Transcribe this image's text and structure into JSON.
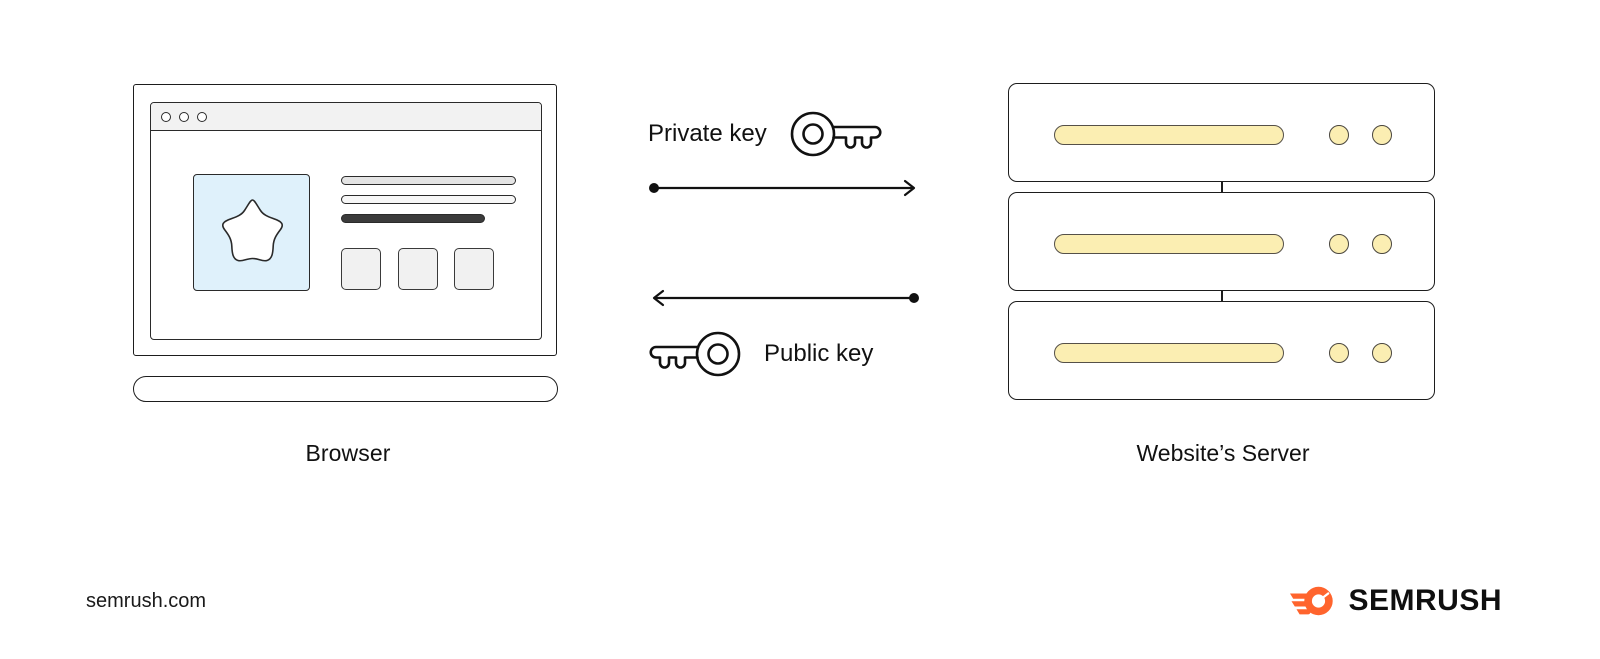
{
  "meta": {
    "background_color": "#ffffff",
    "ink_color": "#1d1d1d",
    "accent_blue": "#dff1fb",
    "accent_yellow": "#fbeeb2",
    "brand_orange": "#ff642d"
  },
  "left": {
    "caption": "Browser",
    "device_name": "laptop",
    "browser": {
      "titlebar_dots": 3,
      "hero_icon": "star-icon",
      "text_bars": [
        {
          "name": "text-bar-1",
          "fill": "#e4e4e4"
        },
        {
          "name": "text-bar-2",
          "fill": "#f7f7f7"
        },
        {
          "name": "text-bar-3",
          "fill": "#3b3b3b"
        }
      ],
      "tiles": [
        {
          "name": "tile-1"
        },
        {
          "name": "tile-2"
        },
        {
          "name": "tile-3"
        }
      ]
    }
  },
  "center": {
    "private_key_label": "Private key",
    "public_key_label": "Public key",
    "private_key_icon": "key-icon",
    "public_key_icon": "key-icon",
    "arrow_to_server": "arrow-right-icon",
    "arrow_to_browser": "arrow-left-icon"
  },
  "right": {
    "caption": "Website’s Server",
    "units": [
      {
        "name": "server-unit-1",
        "leds": 2
      },
      {
        "name": "server-unit-2",
        "leds": 2
      },
      {
        "name": "server-unit-3",
        "leds": 2
      }
    ]
  },
  "footer": {
    "url": "semrush.com",
    "brand_wordmark": "SEMRUSH",
    "brand_icon": "semrush-comet-icon"
  }
}
